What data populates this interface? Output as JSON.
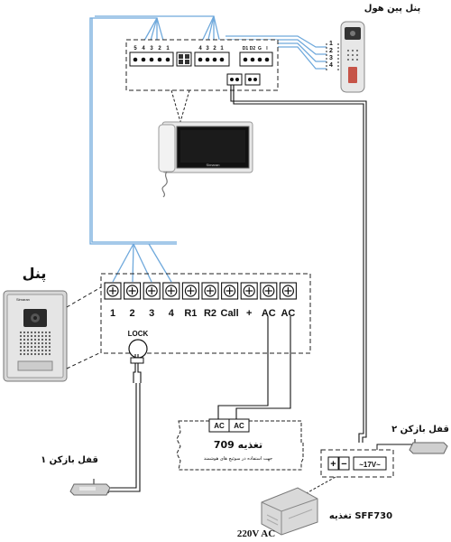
{
  "pinhole_panel": {
    "title": "پنل پین هول",
    "pins": [
      "1",
      "2",
      "3",
      "4"
    ]
  },
  "monitor_board": {
    "block_left_pins": [
      "5",
      "4",
      "3",
      "2",
      "1"
    ],
    "block_mid_pins": [
      "4",
      "3",
      "2",
      "1"
    ],
    "block_right_pins": [
      "D1",
      "D2",
      "G",
      "I"
    ],
    "brand": "Simaran"
  },
  "panel": {
    "title": "پنل",
    "brand": "Simaran"
  },
  "terminal_strip": {
    "labels": [
      "1",
      "2",
      "3",
      "4",
      "R1",
      "R2",
      "Call",
      "+",
      "AC",
      "AC"
    ]
  },
  "lock": {
    "label": "LOCK"
  },
  "lock1": {
    "label": "قفل بازکن ۱"
  },
  "lock2": {
    "label": "قفل بازکن ۲"
  },
  "psu709": {
    "ac_labels": [
      "AC",
      "AC"
    ],
    "title": "تغذیه 709",
    "subtitle": "جهت استفاده در سوئیچ های هوشمند"
  },
  "psu730": {
    "plus": "+",
    "minus": "−",
    "voltage": "~17V~",
    "title": "تغذیه SFF730",
    "input": "220V AC"
  },
  "colors": {
    "wire_blue": "#6fa9dc",
    "wire_black": "#111111",
    "dashed": "#222222"
  }
}
